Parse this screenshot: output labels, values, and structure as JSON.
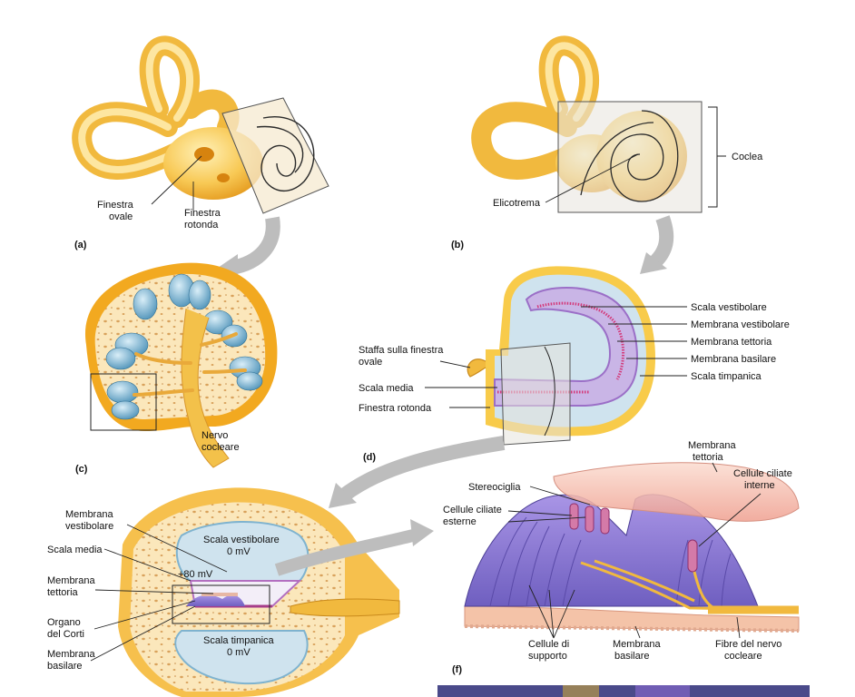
{
  "panels": {
    "a": {
      "letter": "(a)",
      "labels": {
        "oval_window": [
          "Finestra",
          "ovale"
        ],
        "round_window": [
          "Finestra",
          "rotonda"
        ]
      }
    },
    "b": {
      "letter": "(b)",
      "labels": {
        "cochlea": "Coclea",
        "helicotrema": "Elicotrema"
      }
    },
    "c": {
      "letter": "(c)",
      "labels": {
        "cochlear_nerve": [
          "Nervo",
          "cocleare"
        ]
      }
    },
    "d": {
      "letter": "(d)",
      "labels": {
        "scala_vestibuli": "Scala vestibolare",
        "vestibular_membrane": "Membrana vestibolare",
        "tectorial_membrane": "Membrana tettoria",
        "basilar_membrane": "Membrana basilare",
        "scala_tympani": "Scala timpanica",
        "stapes": [
          "Staffa sulla finestra",
          "ovale"
        ],
        "scala_media": "Scala media",
        "round_window": "Finestra rotonda"
      }
    },
    "e": {
      "labels": {
        "vestibular_membrane": [
          "Membrana",
          "vestibolare"
        ],
        "scala_media": "Scala media",
        "tectorial_membrane": [
          "Membrana",
          "tettoria"
        ],
        "organ_of_corti": [
          "Organo",
          "del Corti"
        ],
        "basilar_membrane": [
          "Membrana",
          "basilare"
        ],
        "scala_vestibuli": [
          "Scala vestibolare",
          "0 mV"
        ],
        "potential_media": "+80 mV",
        "scala_tympani": [
          "Scala timpanica",
          "0 mV"
        ]
      }
    },
    "f": {
      "letter": "(f)",
      "labels": {
        "tectorial_membrane": [
          "Membrana",
          "tettoria"
        ],
        "inner_hair_cells": [
          "Cellule ciliate",
          "interne"
        ],
        "stereocilia": "Stereociglia",
        "outer_hair_cells": [
          "Cellule ciliate",
          "esterne"
        ],
        "supporting_cells": [
          "Cellule di",
          "supporto"
        ],
        "basilar_membrane": [
          "Membrana",
          "basilare"
        ],
        "nerve_fibers": [
          "Fibre del nervo",
          "cocleare"
        ]
      }
    }
  },
  "colors": {
    "bone": "#f5c34c",
    "bone_light": "#fde6a1",
    "fluid": "#cfe3ee",
    "duct": "#b58ad0",
    "hair_cells": "#8f7ed8",
    "tectorial": "#f4c4b4",
    "nerve": "#f1b93e"
  }
}
